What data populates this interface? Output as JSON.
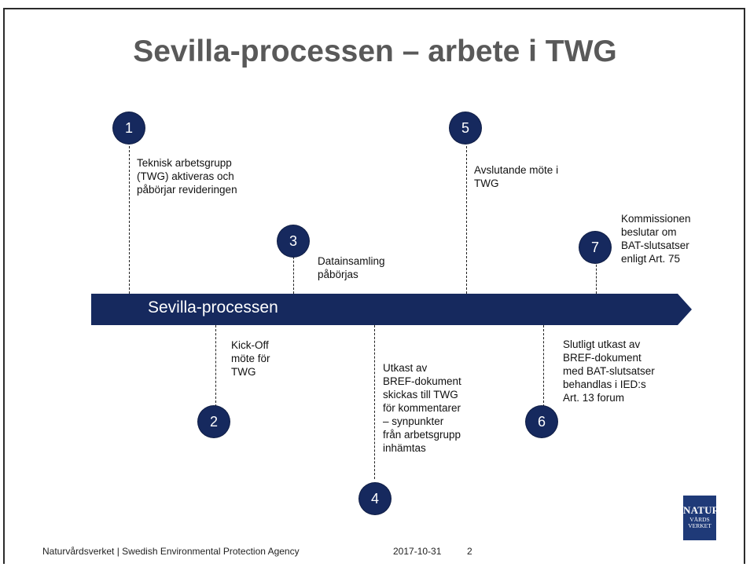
{
  "title": "Sevilla-processen – arbete i TWG",
  "timeline": {
    "label": "Sevilla-processen",
    "color": "#16295e"
  },
  "steps": [
    {
      "num": "1",
      "text": "Teknisk arbetsgrupp\n(TWG) aktiveras och\npåbörjar revideringen"
    },
    {
      "num": "2",
      "text": "Kick-Off\nmöte för\nTWG"
    },
    {
      "num": "3",
      "text": "Datainsamling\npåbörjas"
    },
    {
      "num": "4",
      "text": "Utkast av\nBREF-dokument\nskickas till TWG\nför kommentarer\n– synpunkter\nfrån arbetsgrupp\ninhämtas"
    },
    {
      "num": "5",
      "text": "Avslutande möte i\nTWG"
    },
    {
      "num": "6",
      "text": "Slutligt utkast av\nBREF-dokument\nmed BAT-slutsatser\nbehandlas i IED:s\nArt. 13 forum"
    },
    {
      "num": "7",
      "text": "Kommissionen\nbeslutar om\nBAT-slutsatser\nenligt Art. 75"
    }
  ],
  "footer": {
    "org": "Naturvårdsverket | Swedish Environmental Protection Agency",
    "date": "2017-10-31",
    "page": "2"
  },
  "logo": {
    "line1": "NATUR",
    "line2": "VÅRDS",
    "line3": "VERKET"
  }
}
